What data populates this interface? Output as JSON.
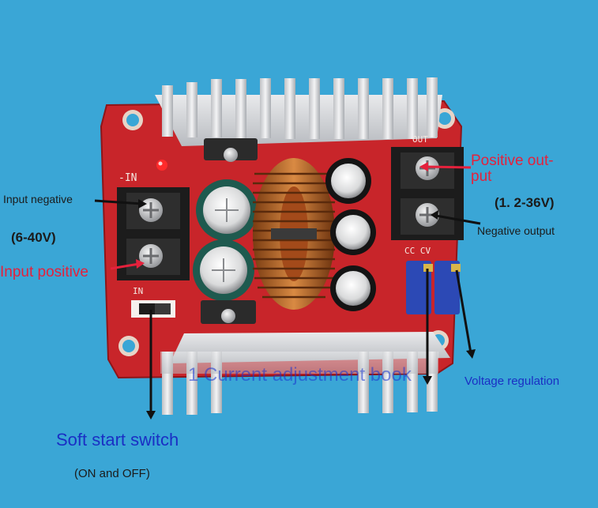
{
  "labels": {
    "input_negative": "Input negative",
    "input_range": "(6-40V)",
    "input_positive": "Input positive",
    "positive_output_line1": "Positive out-",
    "positive_output_line2": "put",
    "output_range": "(1. 2-36V)",
    "negative_output": "Negative output",
    "voltage_regulation": "Voltage regulation",
    "current_adjustment": "1 Current adjustment book",
    "soft_start_switch": "Soft start switch",
    "on_off": "(ON and OFF)"
  },
  "silkscreen": {
    "in_minus": "-IN",
    "in_plus": "IN",
    "out": "OUT",
    "cc_cv": "CC CV"
  },
  "colors": {
    "background": "#3aa6d6",
    "board": "#c8252a",
    "heatsink": "#d8d9dc",
    "label_red": "#e4213c",
    "label_blue": "#1a2fc4",
    "label_dark": "#1b1b1b"
  }
}
